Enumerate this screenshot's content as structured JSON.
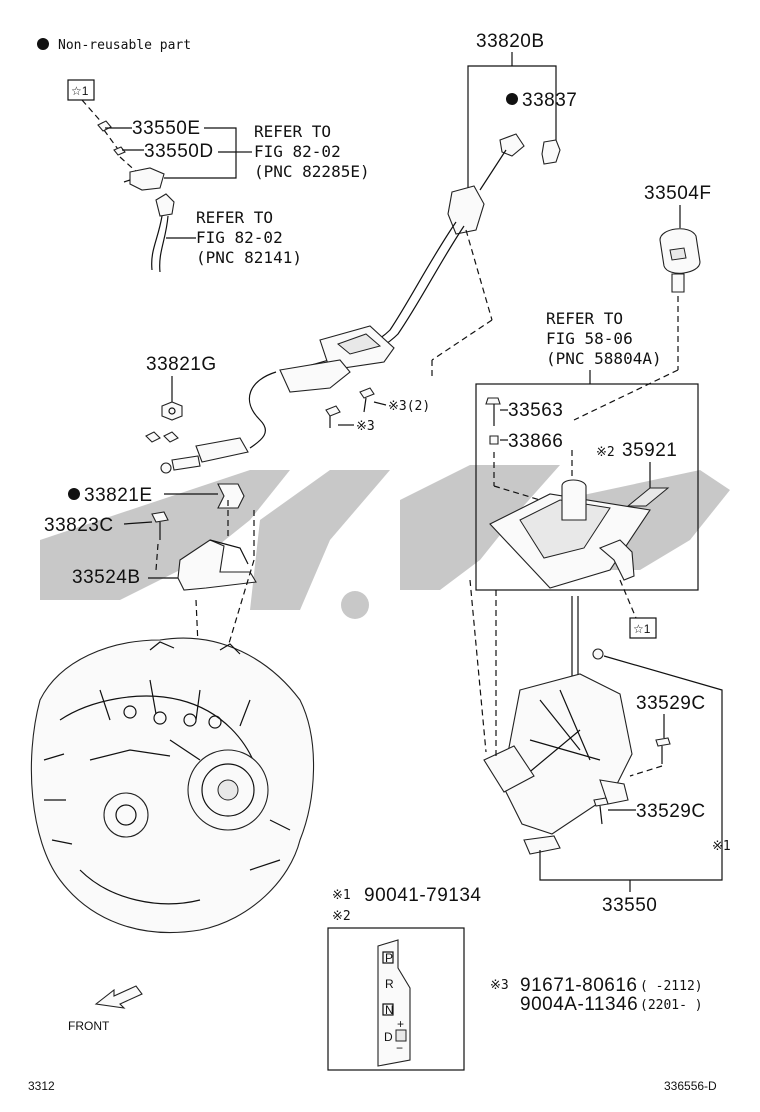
{
  "legend": {
    "text": "Non-reusable part"
  },
  "footer": {
    "left_code": "3312",
    "right_code": "336556-D",
    "front_label": "FRONT"
  },
  "markers": {
    "star1": "☆1",
    "note1": "※1",
    "note2": "※2",
    "note3": "※3",
    "note3_qty": "※3(2)"
  },
  "parts": {
    "p33820B": "33820B",
    "p33837": "33837",
    "p33550E": "33550E",
    "p33550D": "33550D",
    "p33504F": "33504F",
    "p33821G": "33821G",
    "p33821E": "33821E",
    "p33823C": "33823C",
    "p33524B": "33524B",
    "p33563": "33563",
    "p33866": "33866",
    "p35921": "35921",
    "p33529C_a": "33529C",
    "p33529C_b": "33529C",
    "p33550": "33550"
  },
  "refs": {
    "ref1": {
      "l1": "REFER TO",
      "l2": "FIG 82-02",
      "l3": "(PNC 82285E)"
    },
    "ref2": {
      "l1": "REFER TO",
      "l2": "FIG 82-02",
      "l3": "(PNC 82141)"
    },
    "ref3": {
      "l1": "REFER TO",
      "l2": "FIG 58-06",
      "l3": "(PNC 58804A)"
    }
  },
  "notes": {
    "n1": "90041-79134",
    "n3a": "91671-80616",
    "n3a_range": "(    -2112)",
    "n3b": "9004A-11346",
    "n3b_range": "(2201-    )"
  },
  "shift_plate": {
    "p": "P",
    "r": "R",
    "n": "N",
    "d": "D",
    "plus": "+",
    "minus": "−"
  }
}
